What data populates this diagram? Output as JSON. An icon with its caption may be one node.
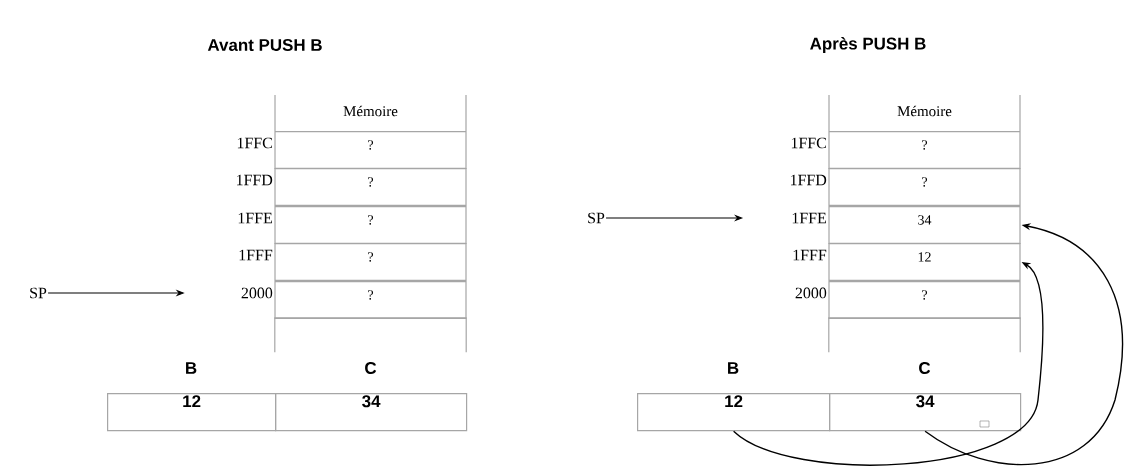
{
  "diagram": {
    "nodes": [
      {
        "text": [
          "SP"
        ]
      },
      {
        "text": [
          "1FFC"
        ]
      },
      {
        "text": [
          "1FFD"
        ]
      },
      {
        "text": [
          "1FFE"
        ]
      },
      {
        "text": [
          "1FFF"
        ]
      },
      {
        "text": [
          "2000"
        ]
      },
      {
        "text": [
          "?"
        ]
      },
      {
        "text": [
          "?"
        ]
      },
      {
        "text": [
          "?"
        ]
      },
      {
        "text": [
          "?"
        ]
      },
      {
        "text": [
          "?"
        ]
      },
      {
        "text": [],
        "shape": "box"
      },
      {
        "text": [
          "B",
          "12"
        ]
      },
      {
        "text": [
          "C",
          "34"
        ]
      },
      {
        "text": [
          "SP"
        ]
      },
      {
        "text": [
          "1FFC"
        ]
      },
      {
        "text": [
          "1FFD"
        ]
      },
      {
        "text": [
          "1FFE"
        ]
      },
      {
        "text": [
          "1FFF"
        ]
      },
      {
        "text": [
          "2000"
        ]
      },
      {
        "text": [
          "?"
        ]
      },
      {
        "text": [
          "?"
        ]
      },
      {
        "text": [
          "34"
        ]
      },
      {
        "text": [
          "12"
        ]
      },
      {
        "text": [
          "?"
        ]
      },
      {
        "text": [],
        "shape": "box"
      },
      {
        "text": [
          "B",
          "12"
        ]
      },
      {
        "text": [
          "C",
          "34"
        ]
      }
    ],
    "edges": [
      {
        "from": 0,
        "to": 5,
        "arrow": "to"
      },
      {
        "from": 14,
        "to": 17,
        "arrow": "to"
      },
      {
        "from": 26,
        "to": 23,
        "arrow": "to"
      },
      {
        "from": 27,
        "to": 22,
        "arrow": "to"
      }
    ],
    "labels": [
      "Avant PUSH B",
      "Mémoire",
      "Après PUSH B",
      "Mémoire"
    ]
  }
}
